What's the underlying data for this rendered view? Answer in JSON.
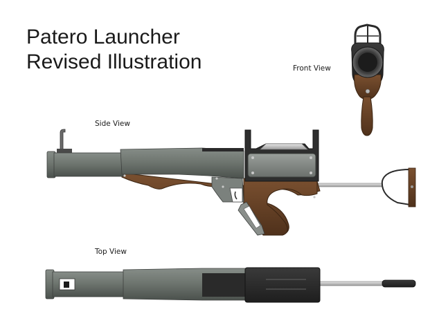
{
  "title": {
    "line1": "Patero Launcher",
    "line2": "Revised Illustration"
  },
  "views": {
    "front": "Front View",
    "side": "Side View",
    "top": "Top View"
  },
  "colors": {
    "barrel_gray": "#6f7670",
    "barrel_dark": "#454a47",
    "stock_brown": "#6a4326",
    "frame_dark": "#2e2e2e",
    "metal_light": "#c9c9c9"
  }
}
